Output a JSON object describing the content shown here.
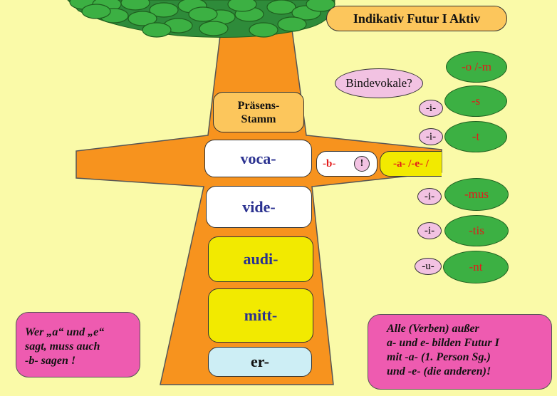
{
  "title": "Indikativ Futur I Aktiv",
  "stem_header": [
    "Präsens-",
    "Stamm"
  ],
  "stems": [
    "voca-",
    "vide-",
    "audi-",
    "mitt-",
    "er-"
  ],
  "infix": {
    "b": "-b-",
    "warn": "!",
    "ae": "-a- /-e- /"
  },
  "bindevokale_label": "Bindevokale?",
  "connectors": [
    "-i-",
    "-i-",
    "-i-",
    "-i-",
    "-u-"
  ],
  "endings": [
    "-o /-m",
    "-s",
    "-t",
    "-mus",
    "-tis",
    "-nt"
  ],
  "note_left": [
    "Wer „a“ und „e“",
    "sagt, muss auch",
    "-b- sagen !"
  ],
  "note_right": [
    "Alle (Verben) außer",
    "a- und e- bilden Futur I",
    "mit -a- (1. Person Sg.)",
    "und -e- (die anderen)!"
  ],
  "colors": {
    "background": "#fafaa8",
    "trunk": "#f7931e",
    "foliage": "#3cb043",
    "stem_white": "#ffffff",
    "stem_yellow": "#f2ea00",
    "stem_blue": "#cdeef5",
    "header_box": "#fcc65c",
    "pink_note": "#ee5bb0",
    "bubble": "#f2c2e2",
    "ending_red": "#e31a1a"
  }
}
